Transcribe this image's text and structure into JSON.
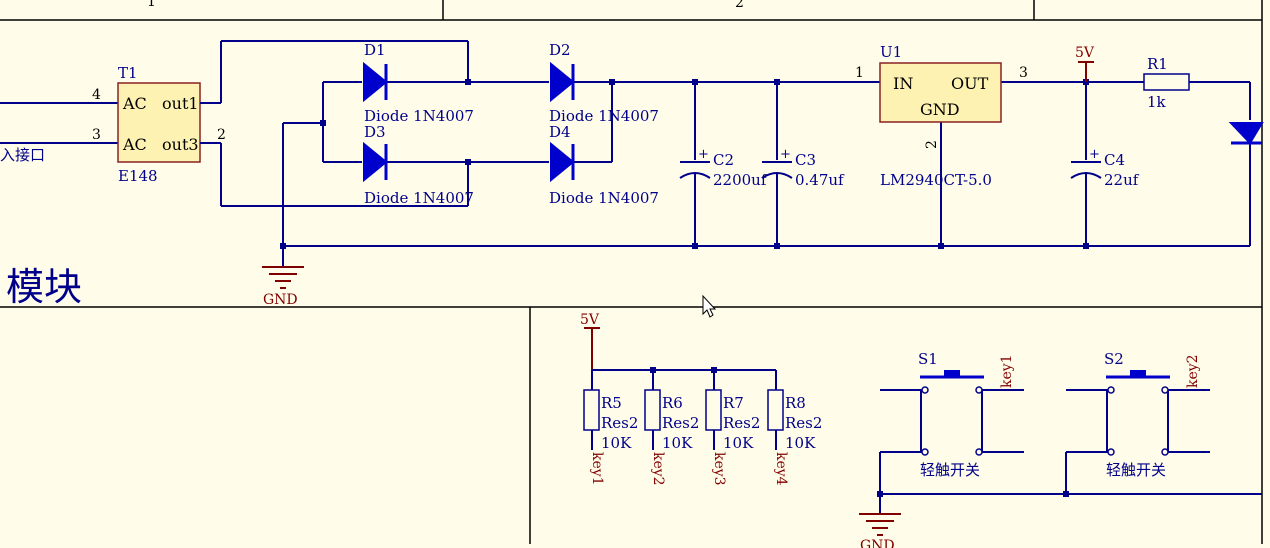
{
  "sheet": {
    "zone_labels": [
      "1",
      "2"
    ],
    "section_title_partial": "模块",
    "connector_label_partial": "入接口"
  },
  "t1": {
    "ref": "T1",
    "part": "E148",
    "pin4": "4",
    "pin3": "3",
    "pin1": "AC",
    "pin2": "AC",
    "out1": "out1",
    "out3": "out3",
    "pinnum2": "2"
  },
  "diodes": [
    {
      "ref": "D1",
      "value": "Diode 1N4007"
    },
    {
      "ref": "D2",
      "value": "Diode 1N4007"
    },
    {
      "ref": "D3",
      "value": "Diode 1N4007"
    },
    {
      "ref": "D4",
      "value": "Diode 1N4007"
    }
  ],
  "caps": [
    {
      "ref": "C2",
      "value": "2200uf"
    },
    {
      "ref": "C3",
      "value": "0.47uf"
    },
    {
      "ref": "C4",
      "value": "22uf"
    }
  ],
  "u1": {
    "ref": "U1",
    "in": "IN",
    "out": "OUT",
    "gnd": "GND",
    "part": "LM2940CT-5.0",
    "pin1": "1",
    "pin2": "2",
    "pin3": "3"
  },
  "r1": {
    "ref": "R1",
    "value": "1k"
  },
  "power": {
    "vcc": "5V",
    "gnd": "GND"
  },
  "pullups": [
    {
      "ref": "R5",
      "type": "Res2",
      "value": "10K",
      "net": "key1"
    },
    {
      "ref": "R6",
      "type": "Res2",
      "value": "10K",
      "net": "key2"
    },
    {
      "ref": "R7",
      "type": "Res2",
      "value": "10K",
      "net": "key3"
    },
    {
      "ref": "R8",
      "type": "Res2",
      "value": "10K",
      "net": "key4"
    }
  ],
  "switches": [
    {
      "ref": "S1",
      "label": "轻触开关",
      "net": "key1"
    },
    {
      "ref": "S2",
      "label": "轻触开关",
      "net": "key2"
    }
  ]
}
